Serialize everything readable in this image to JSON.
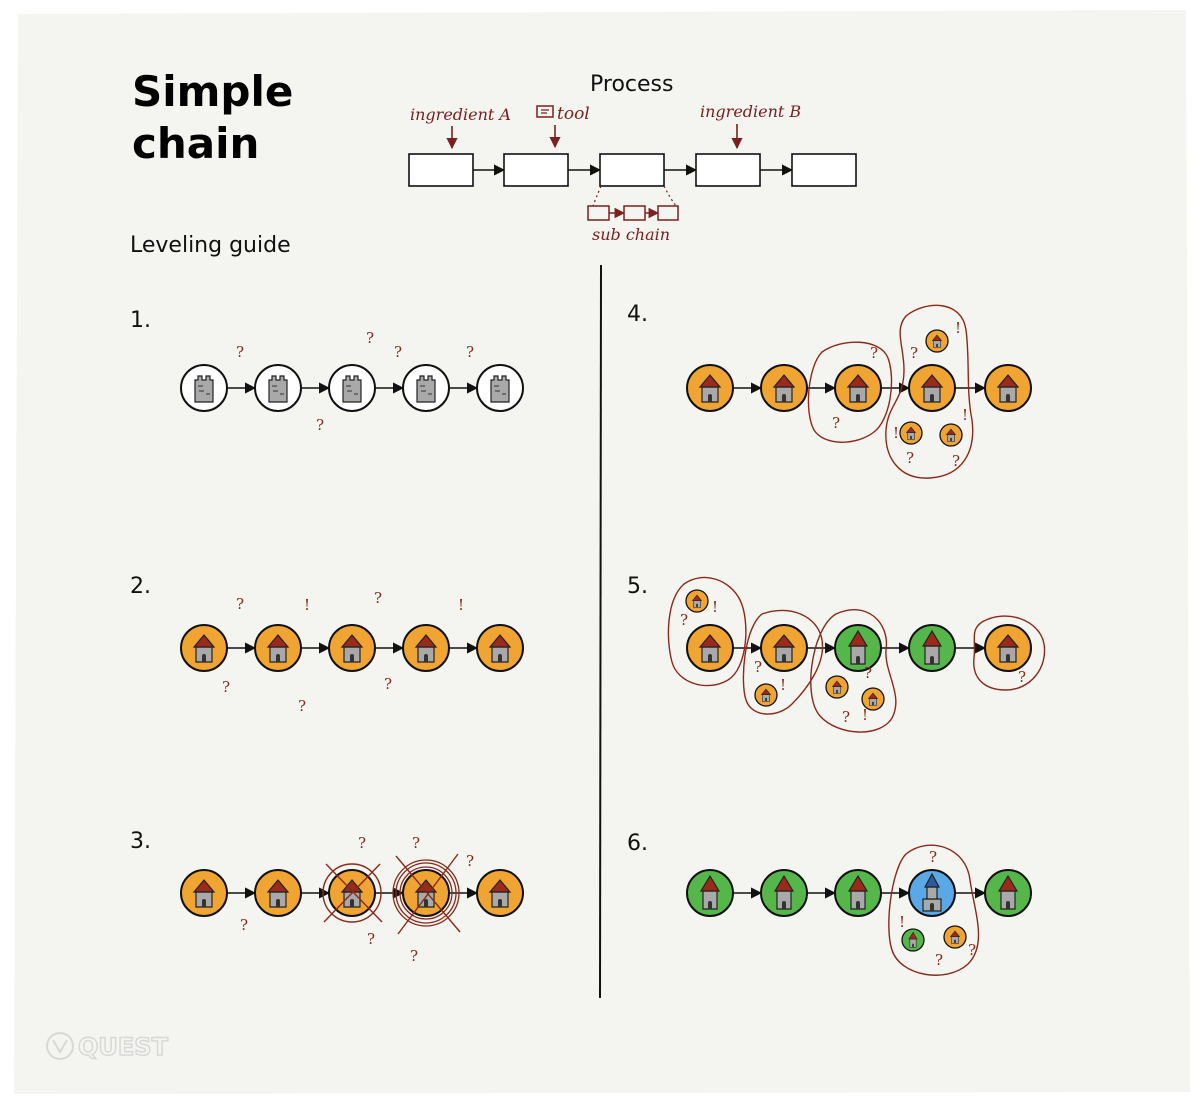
{
  "title": "Simple chain",
  "title_line1": "Simple",
  "title_line2": "chain",
  "process": {
    "title": "Process",
    "ingredient_a": "ingredient A",
    "tool": "tool",
    "ingredient_b": "ingredient B",
    "sub_chain": "sub chain"
  },
  "leveling_guide": "Leveling guide",
  "steps": [
    {
      "label": "1.",
      "nodes": [
        "white",
        "white",
        "white",
        "white",
        "white"
      ]
    },
    {
      "label": "2.",
      "nodes": [
        "orange",
        "orange",
        "orange",
        "orange",
        "orange"
      ]
    },
    {
      "label": "3.",
      "nodes": [
        "orange",
        "orange",
        "orange",
        "orange",
        "orange"
      ]
    },
    {
      "label": "4.",
      "nodes": [
        "orange",
        "orange",
        "orange",
        "orange",
        "orange"
      ]
    },
    {
      "label": "5.",
      "nodes": [
        "orange",
        "orange",
        "green",
        "green",
        "orange"
      ]
    },
    {
      "label": "6.",
      "nodes": [
        "green",
        "green",
        "green",
        "blue",
        "green"
      ]
    }
  ],
  "colors": {
    "white": "#ffffff",
    "orange": "#f0a431",
    "green": "#55b64a",
    "blue": "#5aa8e6",
    "accent": "#7a2020",
    "background": "#f4f4f0"
  },
  "watermark": "QUEST"
}
